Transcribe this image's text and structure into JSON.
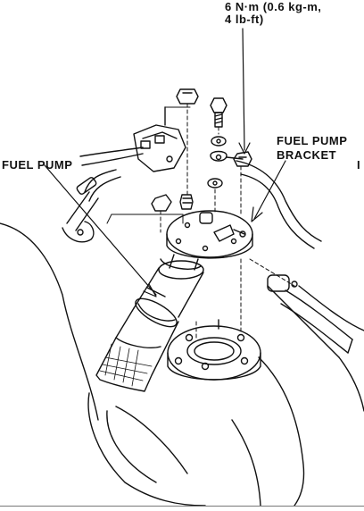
{
  "labels": {
    "torque_line1": "6 N·m (0.6 kg-m,",
    "torque_line2": "4 lb-ft)",
    "fuel_pump": "FUEL PUMP",
    "bracket_line1": "FUEL PUMP",
    "bracket_line2": "BRACKET",
    "edge_fragment": "I"
  },
  "colors": {
    "ink": "#111111",
    "background": "#ffffff"
  }
}
